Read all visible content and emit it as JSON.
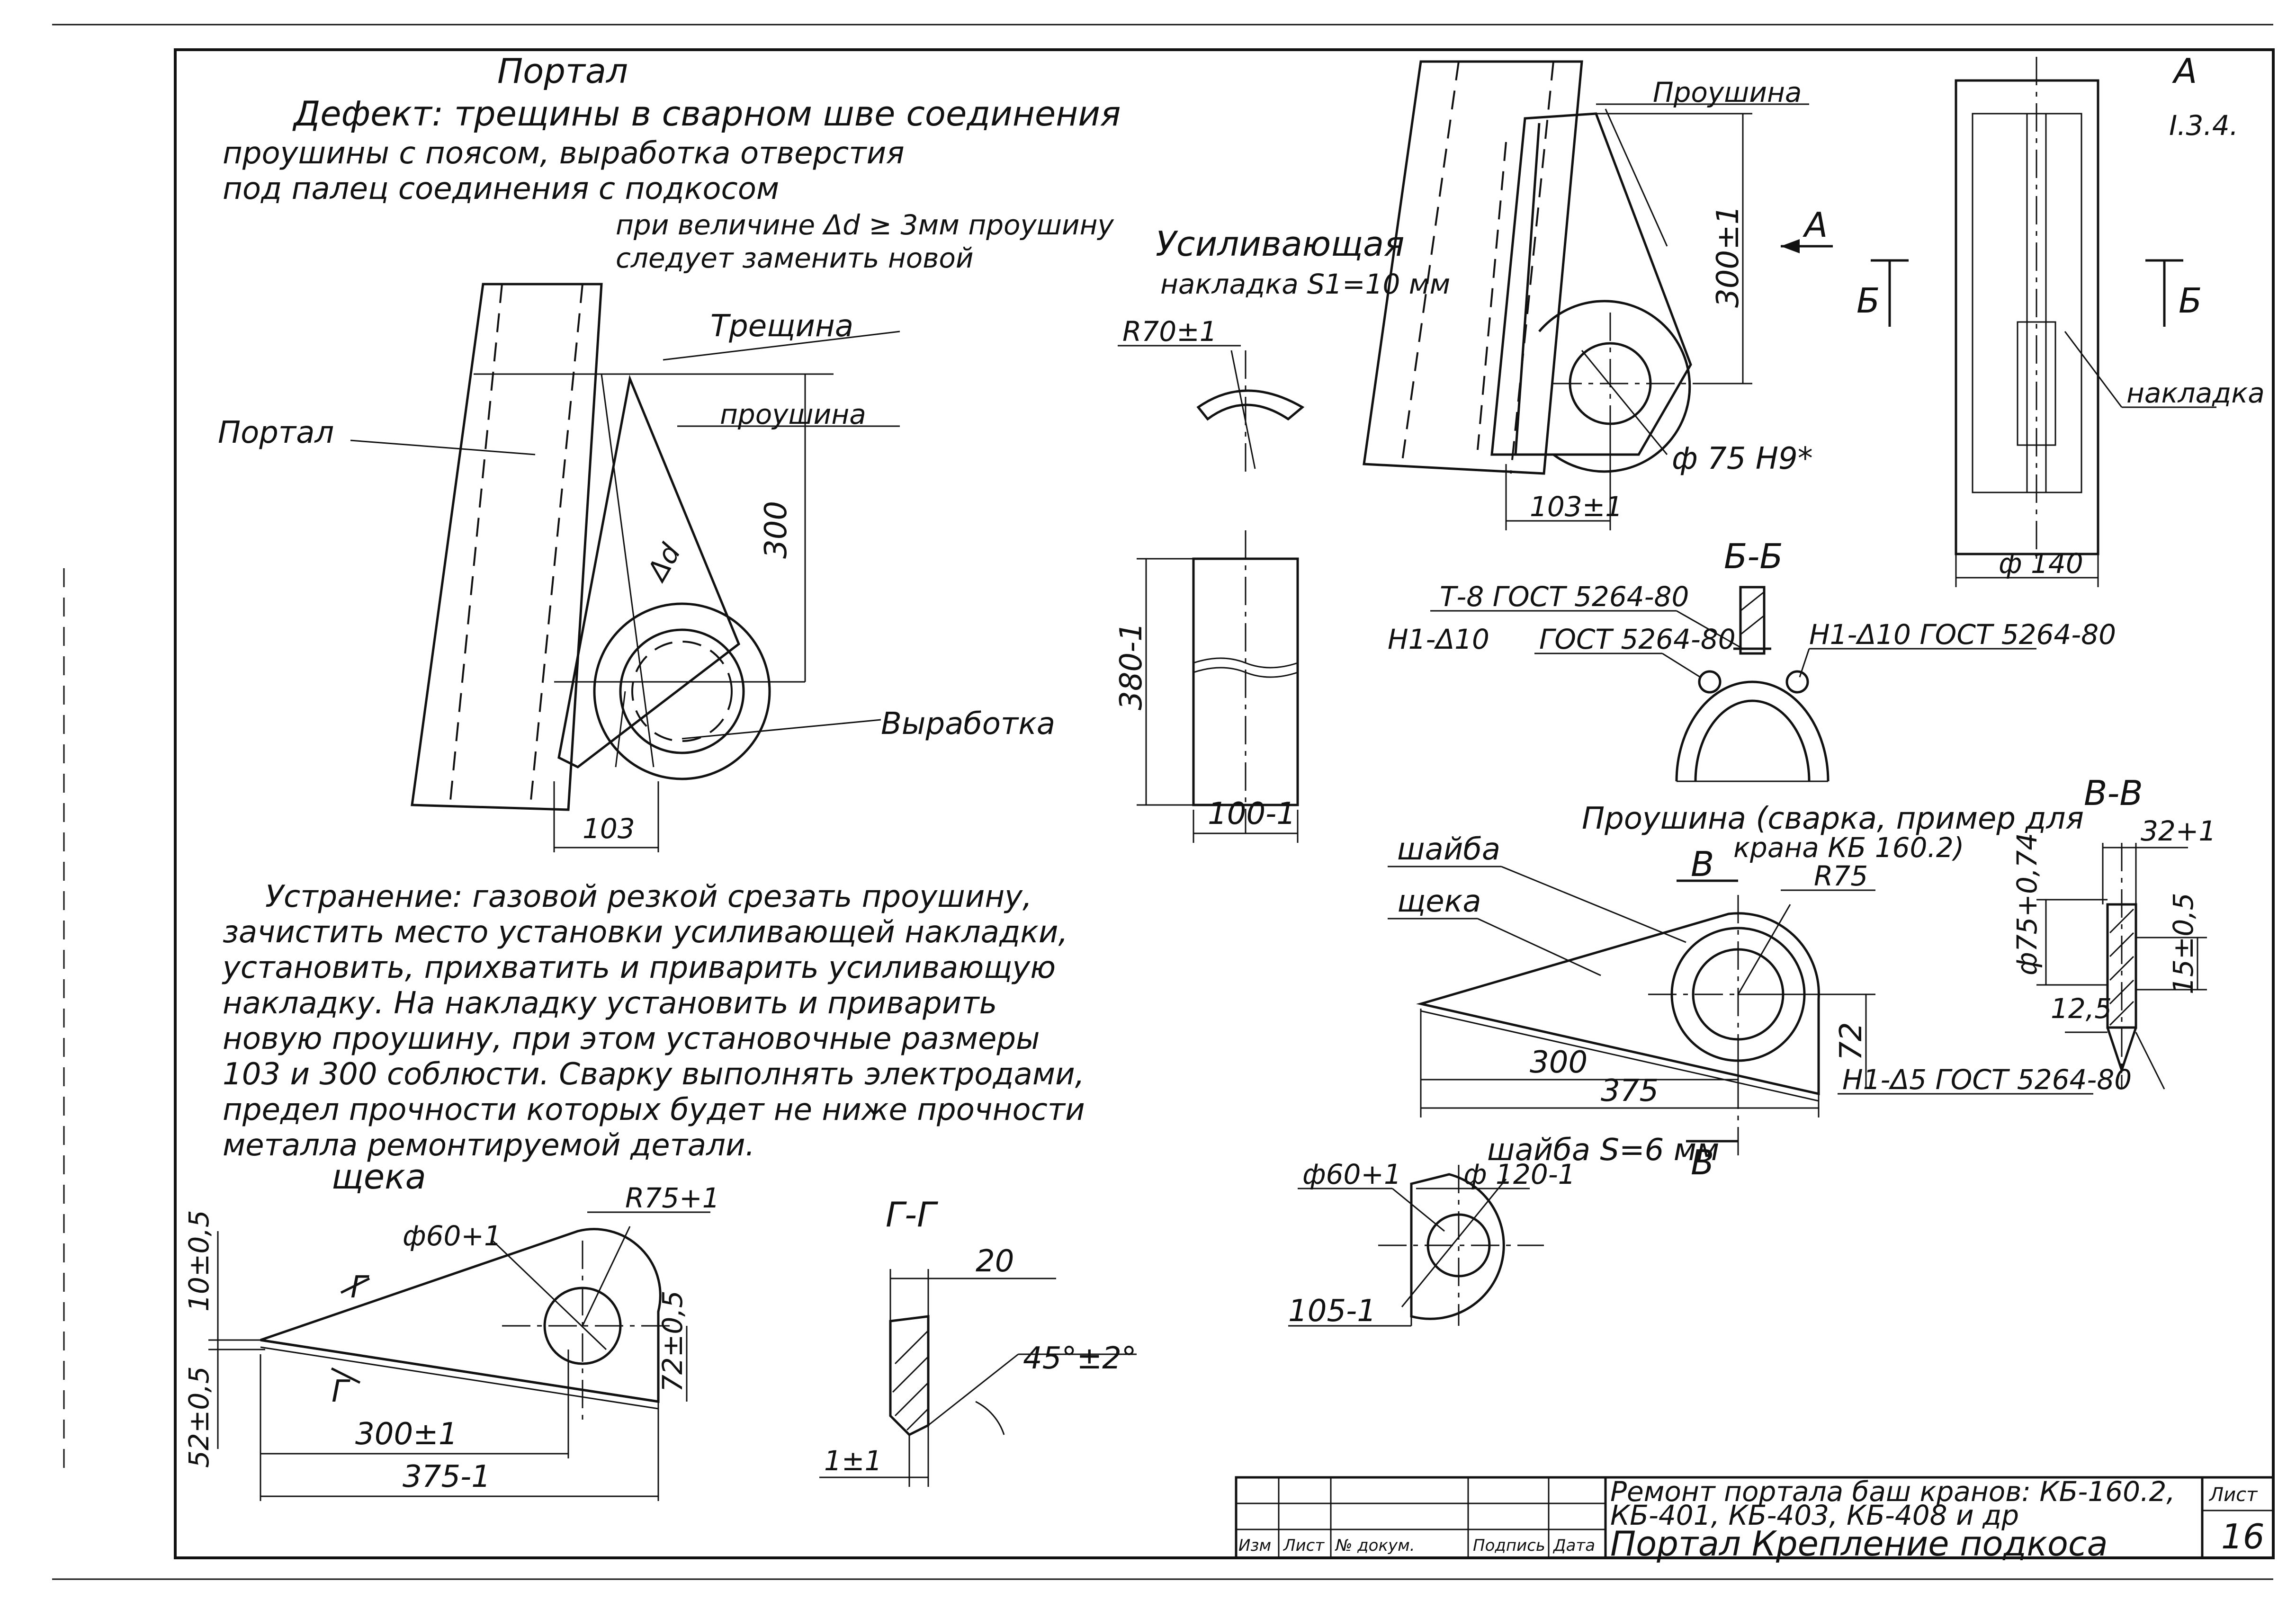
{
  "title": "Портал",
  "defect": {
    "line1": "Дефект: трещины в сварном шве соединения",
    "line2": "проушины с поясом, выработка отверстия",
    "line3": "под палец соединения с подкосом",
    "rule1": "при величине Δd ≥ 3мм проушину",
    "rule2": "следует заменить новой"
  },
  "main_view": {
    "label_crack": "Трещина",
    "label_portal": "Портал",
    "label_lug": "проушина",
    "dim_300": "300",
    "label_wear": "Выработка",
    "dim_103": "103",
    "dim_delta": "Δd"
  },
  "repair": {
    "line1": "Устранение: газовой резкой срезать проушину,",
    "line2": "зачистить место установки усиливающей накладки,",
    "line3": "установить, прихватить и приварить усиливающую",
    "line4": "накладку. На накладку установить и приварить",
    "line5": "новую проушину, при этом установочные размеры",
    "line6": "103 и 300 соблюсти. Сварку выполнять электродами,",
    "line7": "предел прочности которых будет не ниже прочности",
    "line8": "металла ремонтируемой детали."
  },
  "plate": {
    "title1": "Усиливающая",
    "title2": "накладка S1=10 мм",
    "r70": "R70±1",
    "d380": "380-1",
    "d100": "100-1"
  },
  "lug_view": {
    "label_lug": "Проушина",
    "d300": "300±1",
    "d75": "ф 75 H9*",
    "d103": "103±1",
    "arrow_a": "А"
  },
  "section_a": {
    "label": "А",
    "ref": "I.3.4.",
    "cut_b_left": "Б",
    "cut_b_right": "Б",
    "label_plate": "накладка",
    "d140": "ф 140"
  },
  "section_bb": {
    "title": "Б-Б",
    "weld1": "Т-8 ГОСТ 5264-80",
    "weld2_left": "Н1-Δ10",
    "weld2_left_std": "ГОСТ 5264-80",
    "weld3": "Н1-Δ10 ГОСТ 5264-80"
  },
  "lug_assembly": {
    "title": "Проушина (сварка, пример для",
    "title2": "крана КБ 160.2)",
    "washer": "шайба",
    "cheek": "щека",
    "r75": "R75",
    "cut_b": "В",
    "cut_b2": "В",
    "d72": "72",
    "d300": "300",
    "d375": "375",
    "weld": "Н1-Δ5 ГОСТ 5264-80"
  },
  "section_vv": {
    "title": "В-В",
    "d32": "32+1",
    "d75": "ф75+0,74",
    "d15": "15±0,5",
    "d12": "12,5"
  },
  "washer": {
    "title": "шайба S=6 мм",
    "d60": "ф60+1",
    "d120": "ф 120-1",
    "d105": "105-1"
  },
  "cheek": {
    "title": "щека",
    "d60": "ф60+1",
    "r75": "R75+1",
    "d10": "10±0,5",
    "d52": "52±0,5",
    "d72": "72±0,5",
    "d300": "300±1",
    "d375": "375-1",
    "cut": "Г"
  },
  "section_gg": {
    "title": "Г-Г",
    "d20": "20",
    "angle": "45°±2°",
    "d1": "1±1"
  },
  "title_block": {
    "col1": "Изм",
    "col2": "Лист",
    "col3": "№ докум.",
    "col4": "Подпись",
    "col5": "Дата",
    "desc1": "Ремонт портала баш кранов: КБ-160.2,",
    "desc2": "КБ-401, КБ-403, КБ-408 и др",
    "desc3": "Портал Крепление подкоса",
    "sheet_label": "Лист",
    "sheet_no": "16"
  }
}
